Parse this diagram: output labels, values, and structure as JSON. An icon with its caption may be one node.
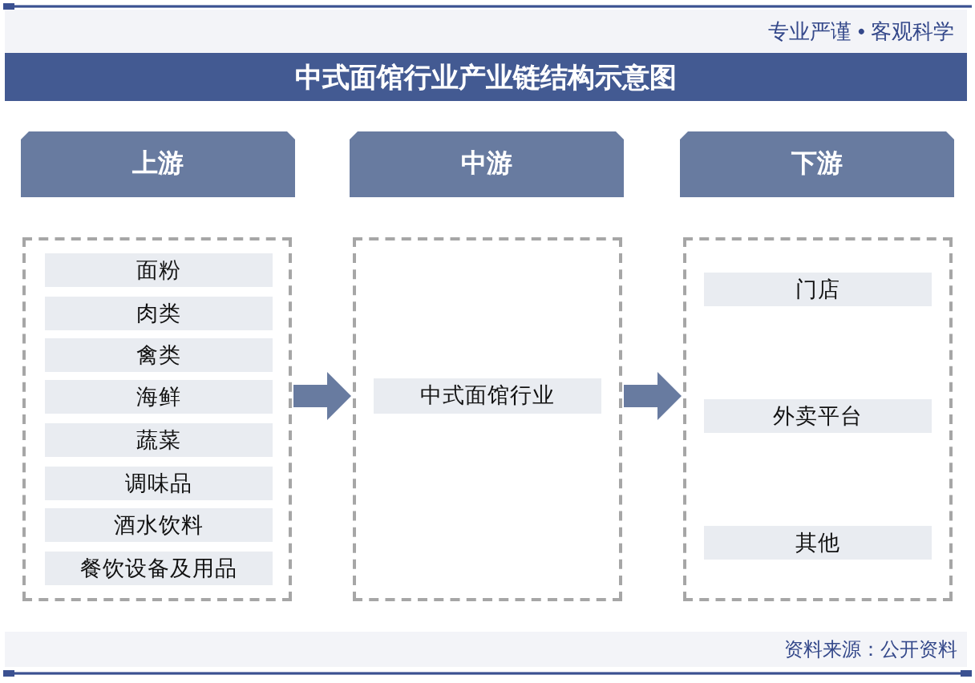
{
  "diagram": {
    "title": "中式面馆行业产业链结构示意图",
    "nodes": [
      {
        "text": [
          "上游"
        ]
      },
      {
        "text": [],
        "shape": "box"
      },
      {
        "text": [
          "面粉"
        ],
        "in": 1
      },
      {
        "text": [
          "肉类"
        ],
        "in": 1
      },
      {
        "text": [
          "禽类"
        ],
        "in": 1
      },
      {
        "text": [
          "海鲜"
        ],
        "in": 1
      },
      {
        "text": [
          "蔬菜"
        ],
        "in": 1
      },
      {
        "text": [
          "调味品"
        ],
        "in": 1
      },
      {
        "text": [
          "酒水饮料"
        ],
        "in": 1
      },
      {
        "text": [
          "餐饮设备及用品"
        ],
        "in": 1
      },
      {
        "text": [
          "中游"
        ]
      },
      {
        "text": [],
        "shape": "box"
      },
      {
        "text": [
          "中式面馆行业"
        ],
        "in": 11
      },
      {
        "text": [
          "下游"
        ]
      },
      {
        "text": [],
        "shape": "box"
      },
      {
        "text": [
          "门店"
        ],
        "in": 14
      },
      {
        "text": [
          "外卖平台"
        ],
        "in": 14
      },
      {
        "text": [
          "其他"
        ],
        "in": 14
      }
    ],
    "edges": [
      {
        "from": 1,
        "to": 11,
        "arrow": "to"
      },
      {
        "from": 11,
        "to": 14,
        "arrow": "to"
      }
    ],
    "labels": [
      "专业严谨 • 客观科学",
      "资料来源：公开资料"
    ]
  }
}
